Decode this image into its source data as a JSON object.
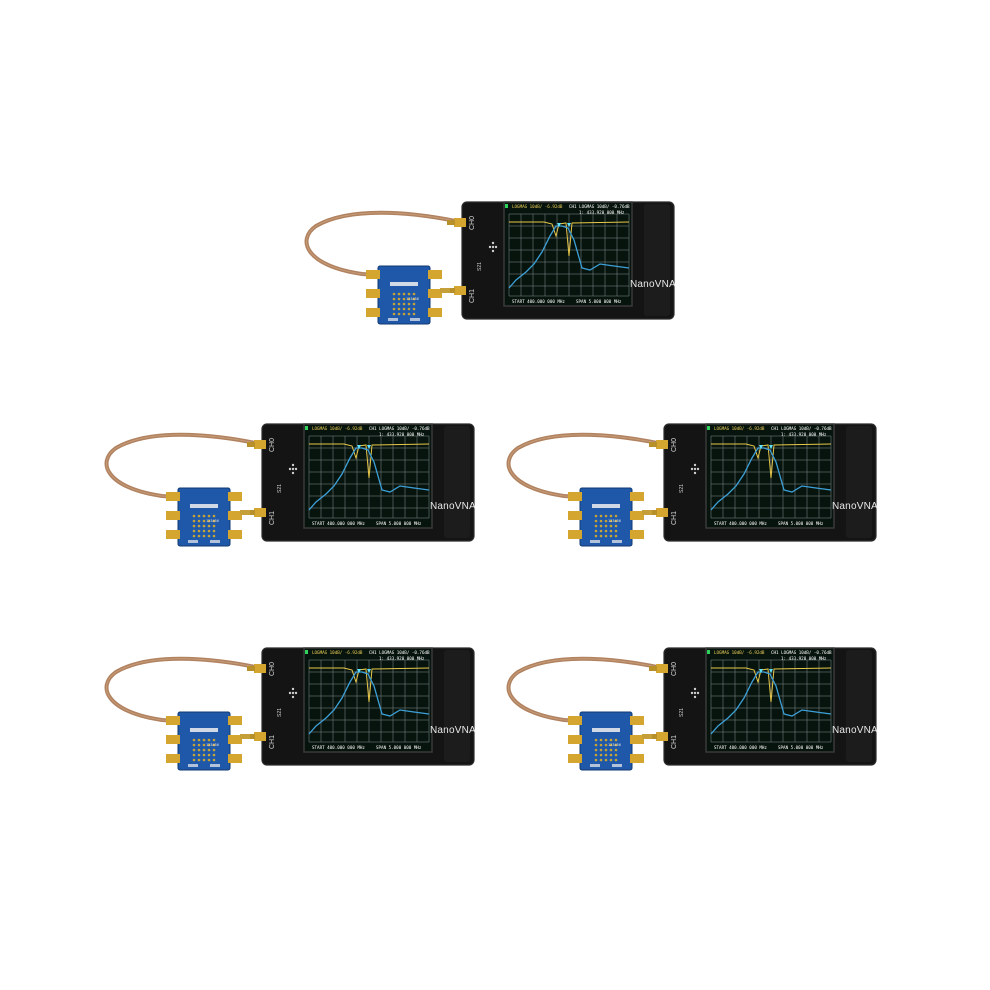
{
  "product": {
    "brand_label": "NanoVNA",
    "port0_label": "CH0",
    "port1_label": "CH1",
    "mode_label": "S21",
    "screen_header_left": "LOGMAG 10dB/ -6.92dB",
    "screen_header_right": "CH1 LOGMAG 10dB/ -0.76dB",
    "screen_marker_readout": "1: 433.920 000 MHz",
    "screen_footer_left": "START 400.000 000 MHz",
    "screen_footer_right": "SPAN 5.000 000 MHz",
    "filter_board_label": "123456"
  },
  "colors": {
    "device_body": "#141414",
    "screen_bg": "#07140d",
    "grid": "#9aa0a6",
    "trace_blue": "#3da0d8",
    "trace_yellow": "#e8c84a",
    "marker_cyan": "#5fe3ff",
    "cable": "#b08260",
    "connector_gold": "#d4a630",
    "board_blue": "#1f58a8"
  },
  "scene": {
    "unit_count": 5,
    "layout": "one device on top row, two on each of the two rows below",
    "subject": "NanoVNA vector network analyzer connected by coaxial cable to a blue SMA filter test board"
  }
}
